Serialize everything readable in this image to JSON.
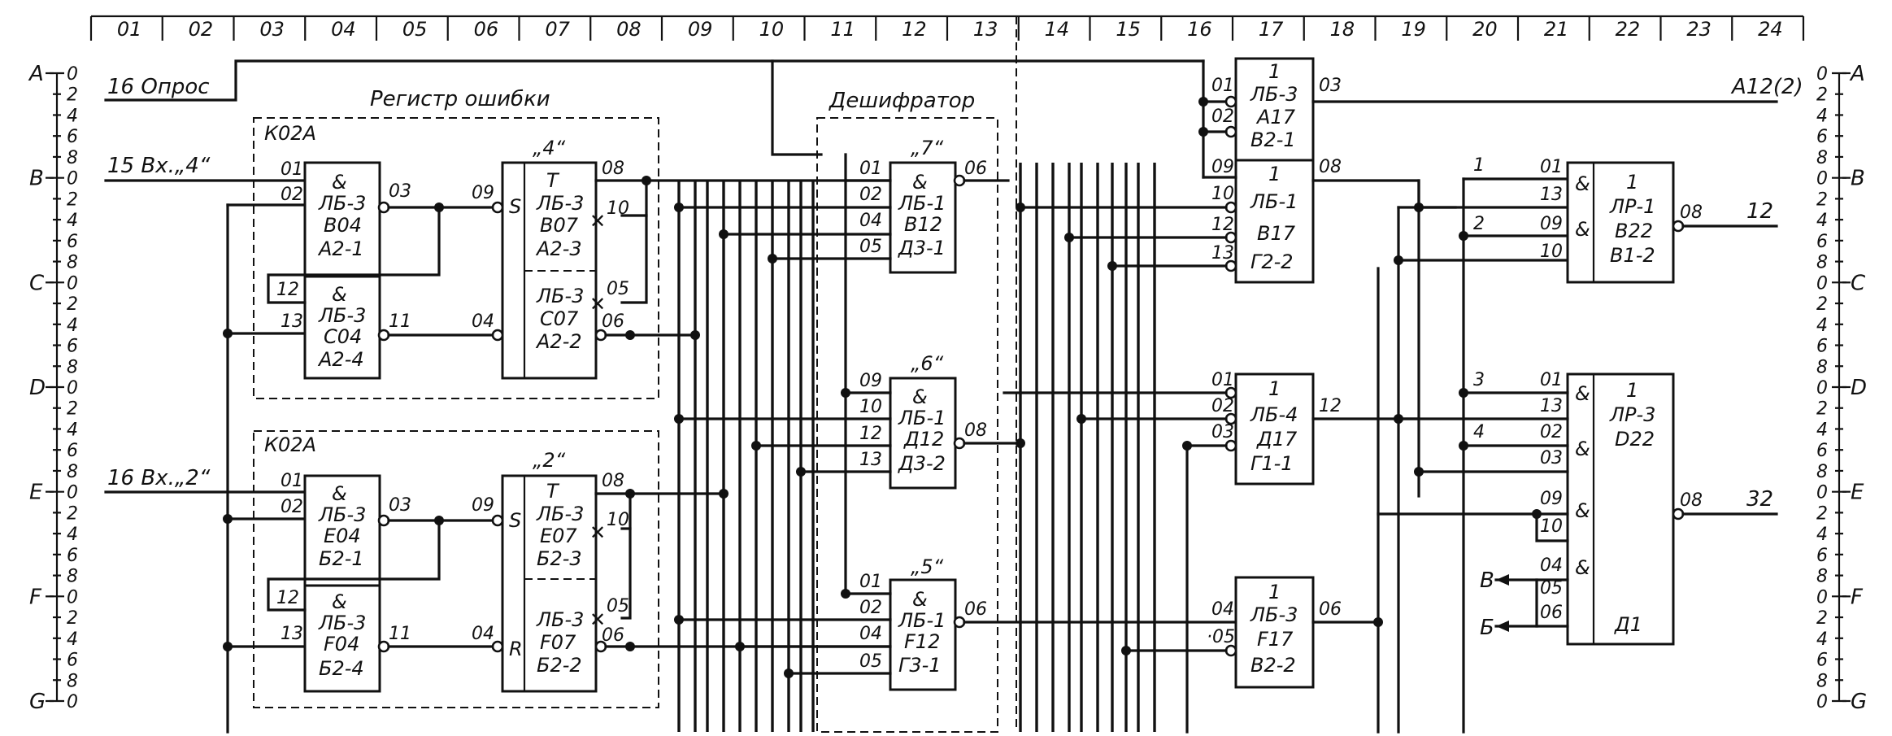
{
  "columns": [
    "01",
    "02",
    "03",
    "04",
    "05",
    "06",
    "07",
    "08",
    "09",
    "10",
    "11",
    "12",
    "13",
    "14",
    "15",
    "16",
    "17",
    "18",
    "19",
    "20",
    "21",
    "22",
    "23",
    "24"
  ],
  "rows": [
    "A",
    "B",
    "C",
    "D",
    "E",
    "F",
    "G"
  ],
  "scale_left": [
    "0",
    "2",
    "4",
    "6",
    "8",
    "0",
    "2",
    "4",
    "6",
    "8",
    "0",
    "2",
    "4",
    "6",
    "8",
    "0",
    "2",
    "4",
    "6",
    "8",
    "0",
    "2",
    "4",
    "6",
    "8",
    "0",
    "2",
    "4",
    "6",
    "8",
    "0"
  ],
  "scale_right": [
    "0",
    "2",
    "4",
    "6",
    "8",
    "0",
    "2",
    "4",
    "6",
    "8",
    "0",
    "2",
    "4",
    "6",
    "8",
    "0",
    "2",
    "4",
    "6",
    "8",
    "0",
    "2",
    "4",
    "6",
    "8",
    "0",
    "2",
    "4",
    "6",
    "8",
    "0"
  ],
  "signals": {
    "opros": "16  Опрос",
    "in4": "15    Вх.„4“",
    "in2": "16  Вх.„2“",
    "a12": "А12(2)",
    "out12_pin": "08",
    "out12": "12",
    "out32_pin": "08",
    "out32": "32",
    "b_arrow": "В",
    "v_arrow": "Б"
  },
  "groups": {
    "reg_title": "Регистр  ошибки",
    "k02a_top": "К02А",
    "k02a_bot": "К02А",
    "decoder_title": "Дешифратор",
    "t4": "„4“",
    "t2": "„2“",
    "t7": "„7“",
    "t6": "„6“",
    "t5": "„5“"
  },
  "gates": [
    {
      "id": "b04",
      "type": "&",
      "series": "ЛБ-3",
      "ref": "В04",
      "pos": "А2-1",
      "pins": [
        "01",
        "02",
        "03"
      ]
    },
    {
      "id": "c04",
      "type": "&",
      "series": "ЛБ-3",
      "ref": "С04",
      "pos": "А2-4",
      "pins": [
        "12",
        "13",
        "11"
      ]
    },
    {
      "id": "b07",
      "type": "T",
      "series": "ЛБ-3",
      "ref": "В07",
      "pos": "А2-3",
      "pins": [
        "09",
        "08",
        "10"
      ]
    },
    {
      "id": "c07",
      "type": "",
      "series": "ЛБ-3",
      "ref": "С07",
      "pos": "А2-2",
      "pins": [
        "04",
        "05",
        "06"
      ]
    },
    {
      "id": "e04",
      "type": "&",
      "series": "ЛБ-3",
      "ref": "Е04",
      "pos": "Б2-1",
      "pins": [
        "01",
        "02",
        "03"
      ]
    },
    {
      "id": "f04",
      "type": "&",
      "series": "ЛБ-3",
      "ref": "F04",
      "pos": "Б2-4",
      "pins": [
        "12",
        "13",
        "11"
      ]
    },
    {
      "id": "e07",
      "type": "T",
      "series": "ЛБ-3",
      "ref": "Е07",
      "pos": "Б2-3",
      "pins": [
        "09",
        "08",
        "10"
      ]
    },
    {
      "id": "f07",
      "type": "",
      "series": "ЛБ-3",
      "ref": "F07",
      "pos": "Б2-2",
      "pins": [
        "04",
        "05",
        "06"
      ]
    },
    {
      "id": "b12",
      "type": "&",
      "series": "ЛБ-1",
      "ref": "В12",
      "pos": "Д3-1",
      "pins": [
        "01",
        "02",
        "04",
        "05",
        "06"
      ]
    },
    {
      "id": "d12",
      "type": "&",
      "series": "ЛБ-1",
      "ref": "Д12",
      "pos": "Д3-2",
      "pins": [
        "09",
        "10",
        "12",
        "13",
        "08"
      ]
    },
    {
      "id": "f12",
      "type": "&",
      "series": "ЛБ-1",
      "ref": "F12",
      "pos": "Г3-1",
      "pins": [
        "01",
        "02",
        "04",
        "05",
        "06"
      ]
    },
    {
      "id": "a17",
      "type": "1",
      "series": "ЛБ-3",
      "ref": "А17",
      "pos": "В2-1",
      "pins": [
        "01",
        "02",
        "03"
      ]
    },
    {
      "id": "b17",
      "type": "1",
      "series": "ЛБ-1",
      "ref": "В17",
      "pos": "Г2-2",
      "pins": [
        "09",
        "10",
        "12",
        "13",
        "08"
      ]
    },
    {
      "id": "d17",
      "type": "1",
      "series": "ЛБ-4",
      "ref": "Д17",
      "pos": "Г1-1",
      "pins": [
        "01",
        "02",
        "03",
        "12"
      ]
    },
    {
      "id": "f17",
      "type": "1",
      "series": "ЛБ-3",
      "ref": "F17",
      "pos": "В2-2",
      "pins": [
        "04",
        "05",
        "06"
      ]
    },
    {
      "id": "b22",
      "type": "1",
      "series": "ЛР-1",
      "ref": "В22",
      "pos": "В1-2",
      "pins": [
        "01",
        "13",
        "09",
        "10",
        "08"
      ]
    },
    {
      "id": "d22",
      "type": "1",
      "series": "ЛР-3",
      "ref": "D22",
      "pos": "Д1",
      "pins": [
        "01",
        "13",
        "02",
        "03",
        "09",
        "10",
        "04",
        "05",
        "06",
        "08"
      ]
    }
  ],
  "bus_labels": [
    "1",
    "2",
    "3",
    "4"
  ],
  "misc": {
    "and_sym": "&",
    "s": "S",
    "r": "R",
    "cross": "✕",
    "pin_05b": "·05"
  }
}
